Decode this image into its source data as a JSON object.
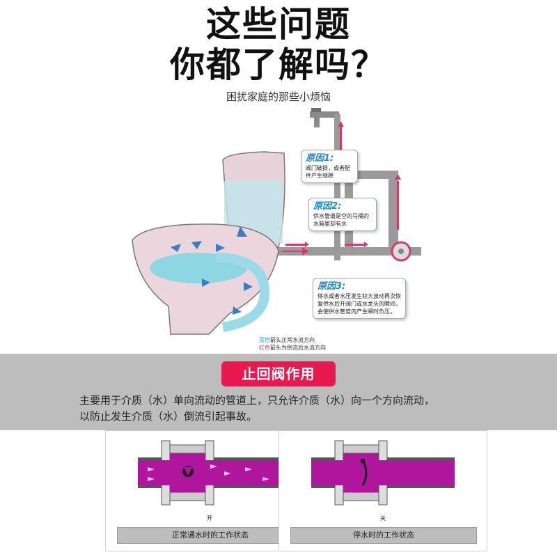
{
  "headline": {
    "line1": "这些问题",
    "line2": "你都了解吗？",
    "subtitle": "困扰家庭的那些小烦恼"
  },
  "callouts": [
    {
      "title": "原因1:",
      "text": "阀门破损，或者配件产生缝隙"
    },
    {
      "title": "原因2:",
      "text": "供水管道是空的马桶的水箱里却有水"
    },
    {
      "title": "原因3:",
      "text": "停水或者水压发生较大波动再次恢复供水后开阀门或水龙头的瞬间，会使供水管道内产生瞬时负压。"
    }
  ],
  "legend": {
    "blue_word": "蓝色",
    "blue_text": "箭头正常水流方向",
    "red_word": "红色",
    "red_text": "箭头为倒流后水流方向"
  },
  "band": {
    "badge": "止回阀作用",
    "desc_line1": "主要用于介质（水）单向流动的管道上，只允许介质（水）向一个方向流动，",
    "desc_line2": "以防止发生介质（水）倒流引起事故。"
  },
  "panels": [
    {
      "mark": "开",
      "label": "正常通水时的工作状态"
    },
    {
      "mark": "关",
      "label": "停水时的工作状态"
    }
  ],
  "colors": {
    "accent": "#e8194f",
    "pipe_fill": "#b0159e",
    "water": "#7fd3e6",
    "band": "#bdbdbd"
  }
}
